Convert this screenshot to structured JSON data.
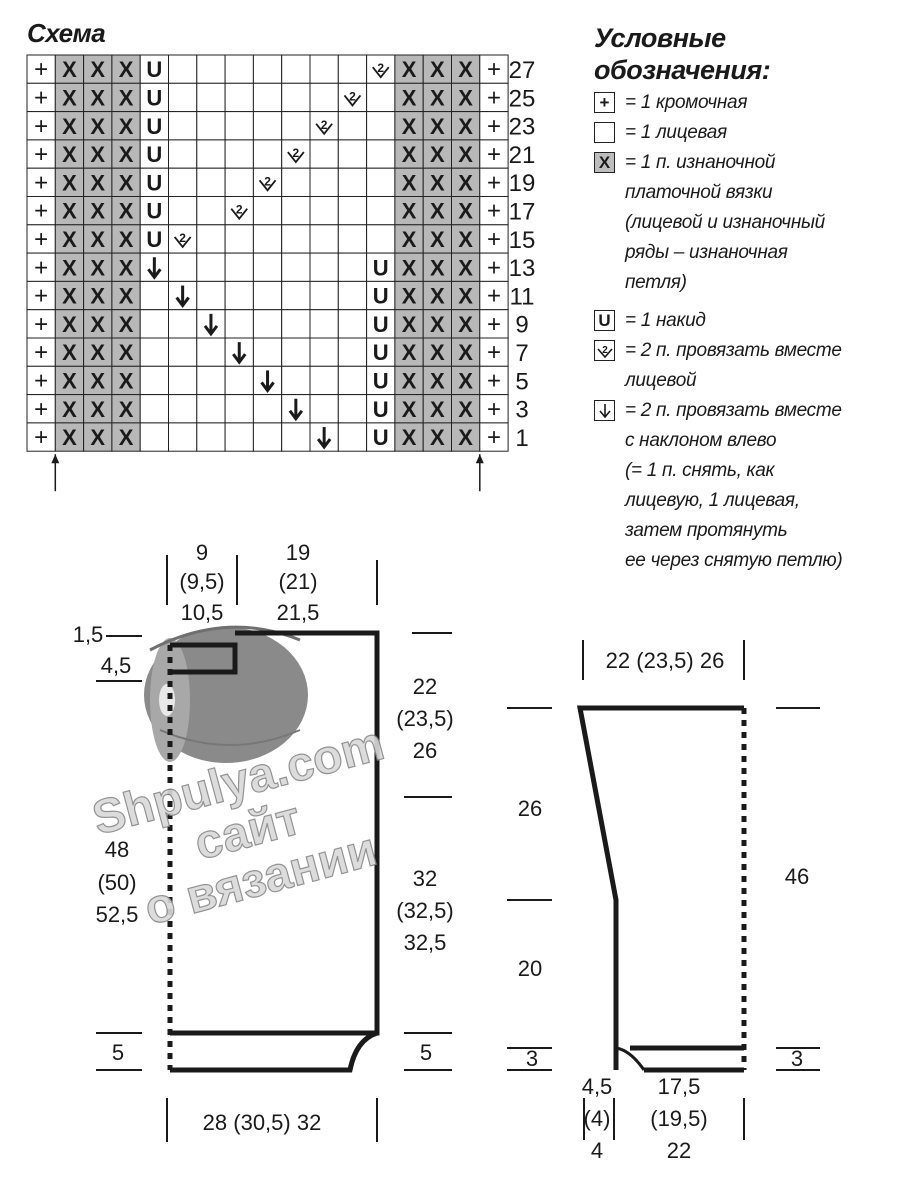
{
  "chart": {
    "title": "Схема",
    "row_labels": [
      "27",
      "25",
      "23",
      "21",
      "19",
      "17",
      "15",
      "13",
      "11",
      "9",
      "7",
      "5",
      "3",
      "1"
    ],
    "grid": [
      "+XXXU.......DXXX+",
      "+XXXU......D.XXX+",
      "+XXXU.....D..XXX+",
      "+XXXU....D...XXX+",
      "+XXXU...D....XXX+",
      "+XXXU..D.....XXX+",
      "+XXXUD.......XXX+",
      "+XXXL.......UXXX+",
      "+XXX.L......UXXX+",
      "+XXX..L.....UXXX+",
      "+XXX...L....UXXX+",
      "+XXX....L...UXXX+",
      "+XXX.....L..UXXX+",
      "+XXX......L.UXXX+"
    ],
    "symbols": {
      "+": "+",
      "X": "X",
      "U": "U",
      "D": "2",
      "L": "↓"
    },
    "colors": {
      "shaded": "#b8b8b8",
      "line": "#222222"
    }
  },
  "legend": {
    "title": "Условные обозначения:",
    "items": [
      {
        "symbol": "+",
        "icon": "plus-symbol",
        "text": "= 1 кромочная"
      },
      {
        "symbol": "",
        "icon": "empty-square-symbol",
        "text": "= 1 лицевая"
      },
      {
        "symbol": "X",
        "icon": "x-symbol",
        "text": "= 1 п. изнаночной\nплаточной вязки\n(лицевой и изнаночный\nряды – изнаночная\nпетля)"
      },
      {
        "symbol": "U",
        "icon": "yarn-over-symbol",
        "text": "= 1 накид"
      },
      {
        "symbol": "2",
        "icon": "k2tog-symbol",
        "text": "= 2 п. провязать вместе\nлицевой"
      },
      {
        "symbol": "↓",
        "icon": "ssk-arrow-symbol",
        "text": "= 2 п. провязать вместе\nс наклоном влево\n(= 1 п. снять, как\nлицевую, 1 лицевая,\nзатем протянуть\nее через снятую петлю)"
      }
    ]
  },
  "back_panel": {
    "top_left": [
      "9",
      "(9,5)",
      "10,5"
    ],
    "top_right": [
      "19",
      "(21)",
      "21,5"
    ],
    "left_small_1": "1,5",
    "left_small_2": "4,5",
    "left_height": [
      "48",
      "(50)",
      "52,5"
    ],
    "right_upper": [
      "22",
      "(23,5)",
      "26"
    ],
    "right_lower": [
      "32",
      "(32,5)",
      "32,5"
    ],
    "bottom_left": "5",
    "bottom_right": "5",
    "bottom_width": "28 (30,5) 32"
  },
  "sleeve": {
    "top_width": "22 (23,5) 26",
    "left_upper": "26",
    "left_lower": "20",
    "right_height": "46",
    "bottom_left": "3",
    "bottom_right": "3",
    "bottom_small": [
      "4,5",
      "(4)",
      "4"
    ],
    "bottom_main": [
      "17,5",
      "(19,5)",
      "22"
    ]
  },
  "watermark": {
    "line1": "Shpulya.com",
    "line2": "сайт",
    "line3": "о вязании"
  }
}
